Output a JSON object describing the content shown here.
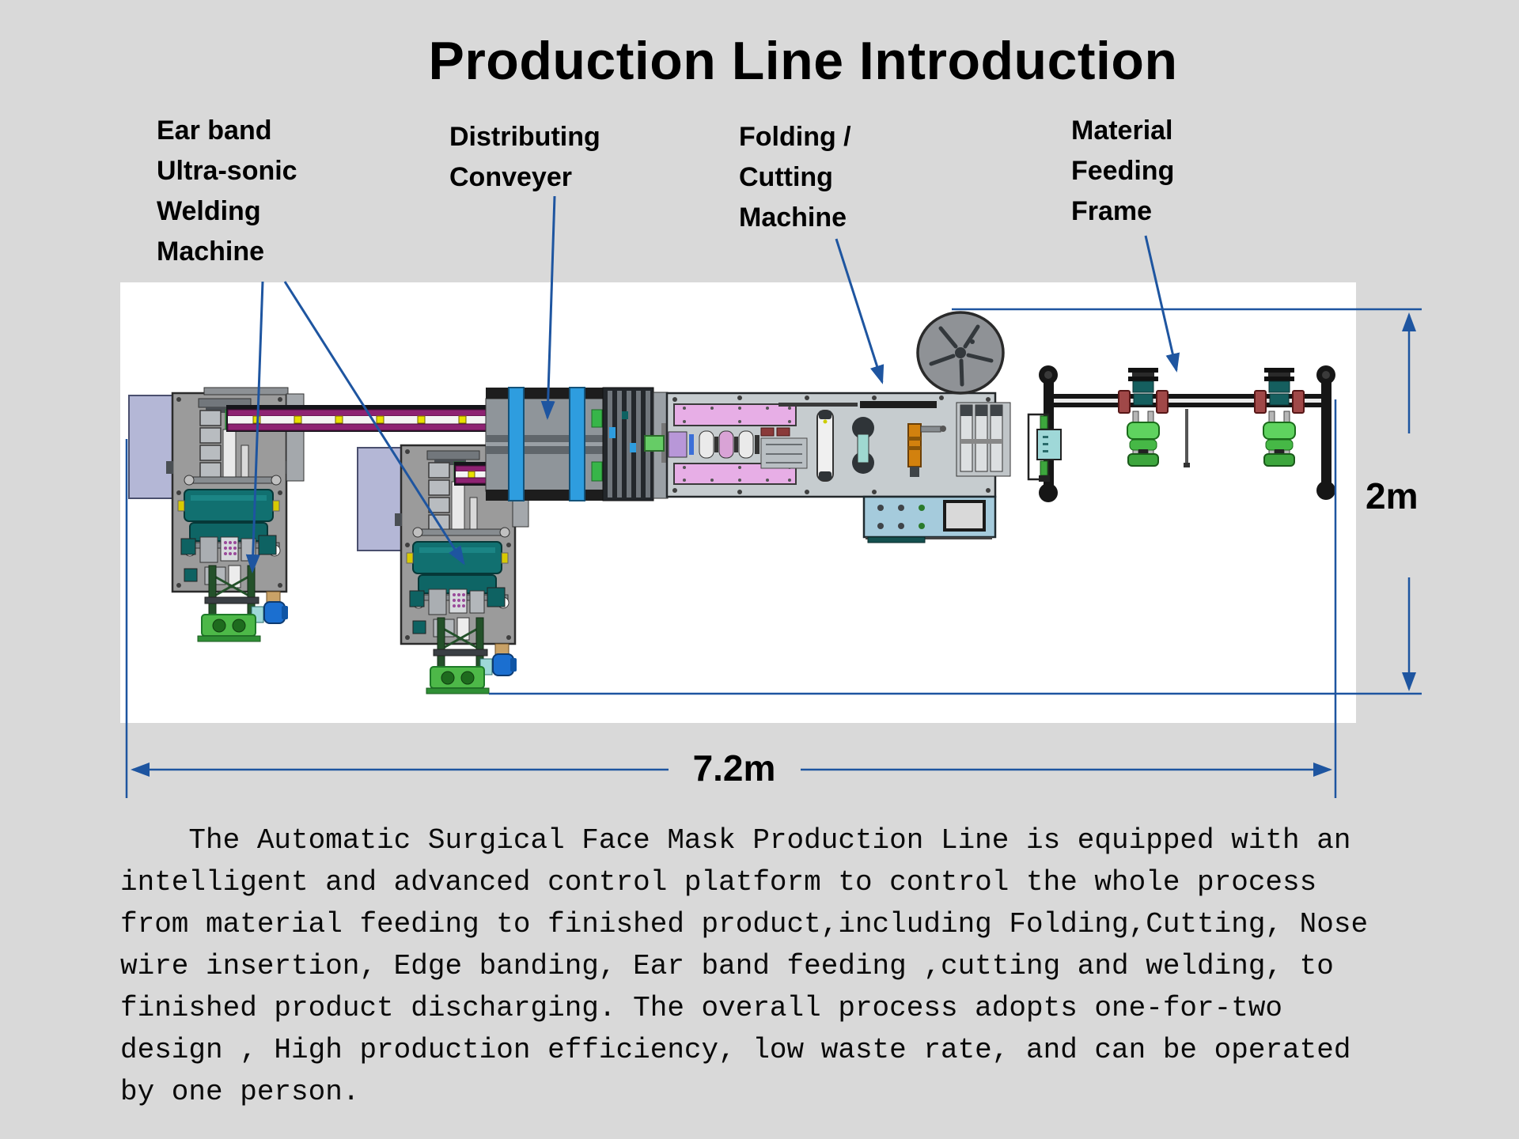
{
  "title": "Production Line Introduction",
  "labels": {
    "ear_band": {
      "lines": [
        "Ear band",
        "Ultra-sonic",
        "Welding",
        "Machine"
      ]
    },
    "distributing": {
      "lines": [
        "Distributing",
        "Conveyer"
      ]
    },
    "folding": {
      "lines": [
        "Folding /",
        "Cutting",
        "Machine"
      ]
    },
    "material": {
      "lines": [
        "Material",
        "Feeding",
        "Frame"
      ]
    }
  },
  "dimensions": {
    "height": "2m",
    "length": "7.2m"
  },
  "description": {
    "lines": [
      "    The Automatic Surgical Face Mask Production Line is equipped with an",
      "intelligent and advanced control platform to control the whole process",
      "from material feeding to finished product,including Folding,Cutting, Nose",
      "wire insertion, Edge banding, Ear band feeding ,cutting and welding, to",
      "finished product discharging. The overall process adopts one-for-two",
      "design , High production efficiency, low waste rate, and can be operated",
      "by one person."
    ]
  },
  "colors": {
    "background": "#d9d9d9",
    "accent_blue": "#1e55a0",
    "diagram_bg": "#ffffff",
    "text": "#000000",
    "machine_gray": "#9b9b9b",
    "teal_drum": "#117070",
    "green_base": "#4db848",
    "conveyor_blue": "#2e9ddf",
    "rail_magenta": "#8e2272",
    "pink_plate": "#e7aee6",
    "control_box_blue": "#a5cbdc"
  }
}
